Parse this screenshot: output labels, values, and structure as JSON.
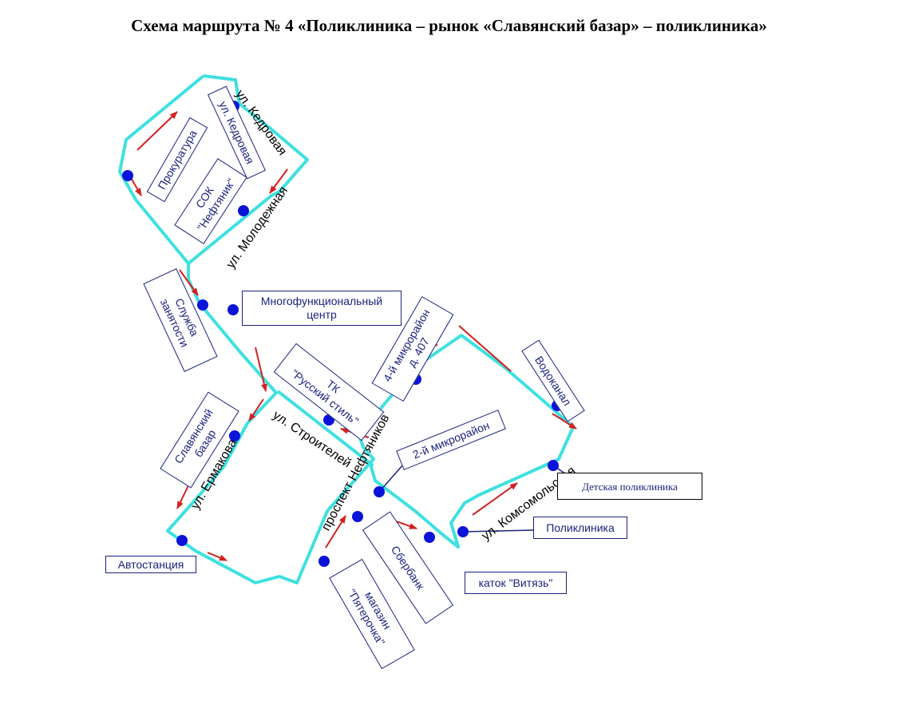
{
  "title": "Схема маршрута № 4 «Поликлиника – рынок «Славянский базар» – поликлиника»",
  "colors": {
    "route": "#3fe0e0",
    "arrow": "#d42020",
    "stop": "#0a14d8",
    "label_border": "#1a237e",
    "label_text": "#1a237e"
  },
  "streets": {
    "kedrovaya_top": "ул. Кедровая",
    "molodezhnaya": "ул. Молодежная",
    "stroiteley": "ул. Строителей",
    "neftyanikov": "проспект Нефтяников",
    "ermakova": "ул. Ермакова",
    "komsomolskaya": "ул. Комсомольская"
  },
  "places": {
    "kedrovaya_box": "ул. Кедровая",
    "prokuratura": "Прокуратура",
    "sok_line1": "СОК",
    "sok_line2": "\"Нефтяник\"",
    "mfc_line1": "Многофункциональный",
    "mfc_line2": "центр",
    "sluzhba_line1": "Служба",
    "sluzhba_line2": "занятости",
    "tk_line1": "ТК",
    "tk_line2": "\"Русский стиль\"",
    "mikro4_line1": "4-й микрорайон",
    "mikro4_line2": "д. 407",
    "vodokanal": "Водоканал",
    "slavbazar_line1": "Славянский",
    "slavbazar_line2": "базар",
    "mikro2": "2-й микрорайон",
    "detskaya": "Детская поликлиника",
    "poliklinika": "Поликлиника",
    "avtostanciya": "Автостанция",
    "sberbank": "Сбербанк",
    "katok": "каток \"Витязь\"",
    "pyaterochka_line1": "магазин",
    "pyaterochka_line2": "\"Пятерочка\""
  }
}
